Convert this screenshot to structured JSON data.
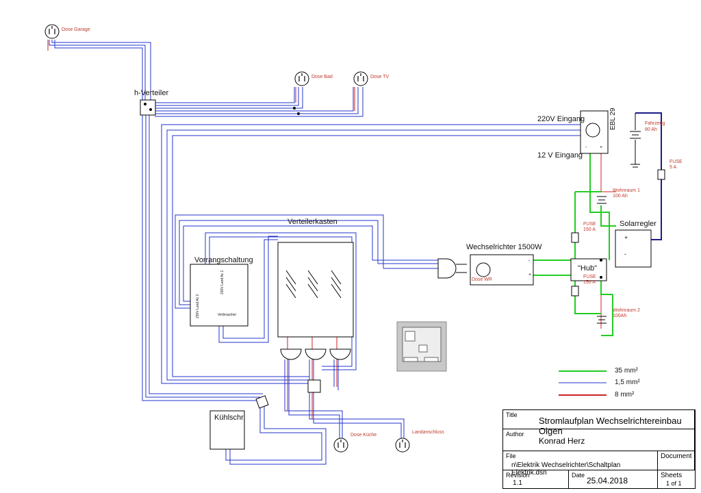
{
  "labels": {
    "dose_garage": "Dose Garage",
    "dose_bad": "Dose Bad",
    "dose_tv": "Dose TV",
    "h_verteiler": "h-Verteiler",
    "eingang_220": "220V Eingang",
    "eingang_12": "12 V Eingang",
    "ebl": "EBL 29",
    "fahrzeug": "Fahrzeug",
    "fahrzeug_ah": "80 Ah",
    "fuse1": "FUSE",
    "fuse1_a": "5 A",
    "wohnraum1": "Wohnraum 1",
    "wohnraum1_ah": "100 Ah",
    "fuse2": "FUSE",
    "fuse2_a": "150 A",
    "solarregler": "Solarregler",
    "verteilerkasten": "Verteilerkasten",
    "wechselrichter": "Wechselrichter 1500W",
    "dose_wr": "Dose WR",
    "hub": "\"Hub\"",
    "fuse3": "FUSE",
    "fuse3_a": "150 A",
    "wohnraum2": "Wohnraum 2",
    "wohnraum2_ah": "100Ah",
    "vorrangschaltung": "Vorrangschaltung",
    "vorrang_in1": "230V Land Ac 1",
    "vorrang_in2": "230V Land Ac 2",
    "vorrang_out": "Verbraucher",
    "kuehlschr": "Kühlschr.",
    "dose_kueche": "Dose Küche",
    "landanschluss": "Landanschluss",
    "plus": "+",
    "minus": "-"
  },
  "legend": [
    {
      "label": "35 mm²",
      "color": "#22cc22"
    },
    {
      "label": "1,5 mm²",
      "color": "#2233cc"
    },
    {
      "label": "8 mm²",
      "color": "#cc2222"
    }
  ],
  "title_block": {
    "title_key": "Title",
    "title": "Stromlaufplan Wechselrichtereinbau Oigen",
    "author_key": "Author",
    "author": "Konrad Herz",
    "file_key": "File",
    "file": "n\\Elektrik Wechselrichter\\Schaltplan Elektrik.dsn",
    "document_key": "Document",
    "revision_key": "Revision",
    "revision": "1.1",
    "date_key": "Date",
    "date": "25.04.2018",
    "sheets_key": "Sheets",
    "sheets": "1 of 1"
  },
  "colors": {
    "wire_blue": "#2233cc",
    "wire_red": "#cc2222",
    "wire_green": "#22cc22",
    "wire_navy": "#1a1a88"
  }
}
